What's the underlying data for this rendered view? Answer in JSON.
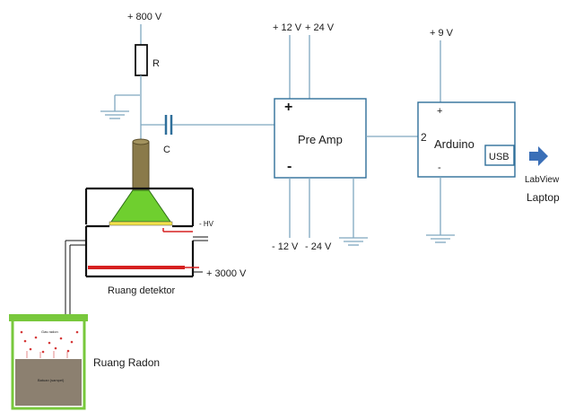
{
  "supply": {
    "hv_top": "+ 800 V",
    "pre_pos12": "+ 12 V",
    "pre_pos24": "+ 24 V",
    "pre_neg12": "- 12 V",
    "pre_neg24": "- 24 V",
    "arduino_v": "+ 9 V",
    "hv_3000": "+ 3000 V",
    "neg_hv": "- HV"
  },
  "components": {
    "resistor": "R",
    "capacitor": "C"
  },
  "preamp": {
    "label": "Pre Amp",
    "plus": "+",
    "minus": "-"
  },
  "arduino": {
    "label": "Arduino",
    "pin": "2",
    "plus": "+",
    "minus": "-",
    "usb": "USB"
  },
  "output": {
    "labview": "LabView",
    "laptop": "Laptop"
  },
  "chambers": {
    "detector": "Ruang detektor",
    "radon": "Ruang Radon",
    "gas_label": "Gas radon",
    "sample_label": "Batuan (sampel)"
  },
  "colors": {
    "wire": "#7fa8bf",
    "box_border": "#2f6f9a",
    "cone": "#6fcf2f",
    "tube": "#8a7a4a",
    "hv_plate": "#d62020",
    "arrow": "#3a6fb7",
    "radon_frame": "#78c83c",
    "sediment": "#8c8070"
  }
}
